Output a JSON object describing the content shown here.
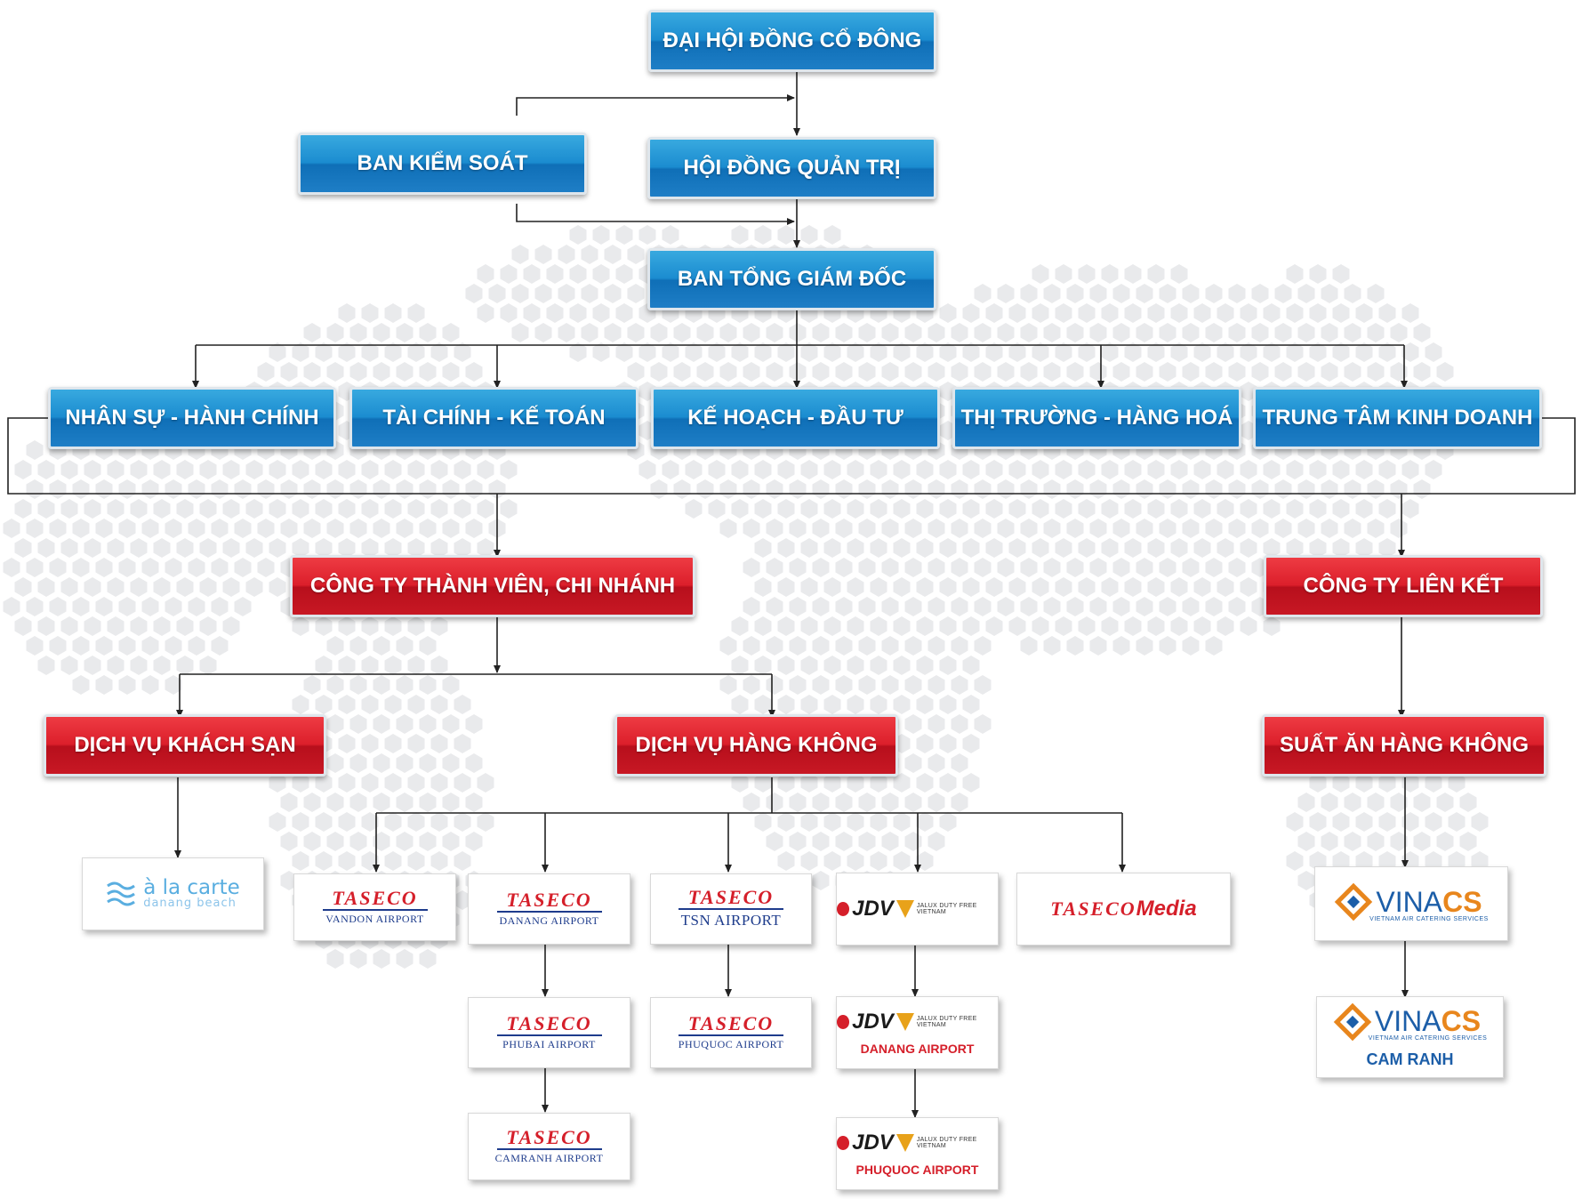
{
  "governance": {
    "agm": "ĐẠI HỘI ĐỒNG CỔ ĐÔNG",
    "supervisory": "BAN KIỂM SOÁT",
    "board": "HỘI ĐỒNG QUẢN TRỊ",
    "ceo": "BAN TỔNG GIÁM ĐỐC"
  },
  "departments": [
    "NHÂN SỰ - HÀNH CHÍNH",
    "TÀI CHÍNH - KẾ TOÁN",
    "KẾ HOẠCH - ĐẦU TƯ",
    "THỊ TRƯỜNG - HÀNG HOÁ",
    "TRUNG TÂM KINH DOANH"
  ],
  "groups": {
    "members": "CÔNG TY THÀNH VIÊN, CHI NHÁNH",
    "affiliates": "CÔNG TY LIÊN KẾT",
    "hotel": "DỊCH VỤ KHÁCH SẠN",
    "aviation": "DỊCH VỤ HÀNG KHÔNG",
    "catering": "SUẤT ĂN HÀNG KHÔNG"
  },
  "logos": {
    "alacarte": {
      "name": "à la carte",
      "sub": "danang beach"
    },
    "taseco": {
      "brand": "TASECO",
      "vandon": "VANDON AIRPORT",
      "danang": "DANANG AIRPORT",
      "tsn": "TSN AIRPORT",
      "phubai": "PHUBAI AIRPORT",
      "phuquoc": "PHUQUOC AIRPORT",
      "camranh": "CAMRANH AIRPORT"
    },
    "jdv": {
      "brand": "JDV",
      "tag": "JALUX DUTY FREE VIETNAM",
      "danang": "DANANG AIRPORT",
      "phuquoc": "PHUQUOC AIRPORT"
    },
    "media": {
      "brand": "TASECO",
      "suffix": "Media"
    },
    "vinacs": {
      "brand_a": "VINA",
      "brand_b": "CS",
      "tag": "VIETNAM AIR CATERING SERVICES",
      "camranh": "CAM RANH"
    }
  },
  "colors": {
    "blue": "#1b8cd0",
    "red": "#dc1f2b",
    "taseco_red": "#d51f2a",
    "taseco_navy": "#1e3c8c",
    "vinacs_orange": "#e8861d"
  }
}
